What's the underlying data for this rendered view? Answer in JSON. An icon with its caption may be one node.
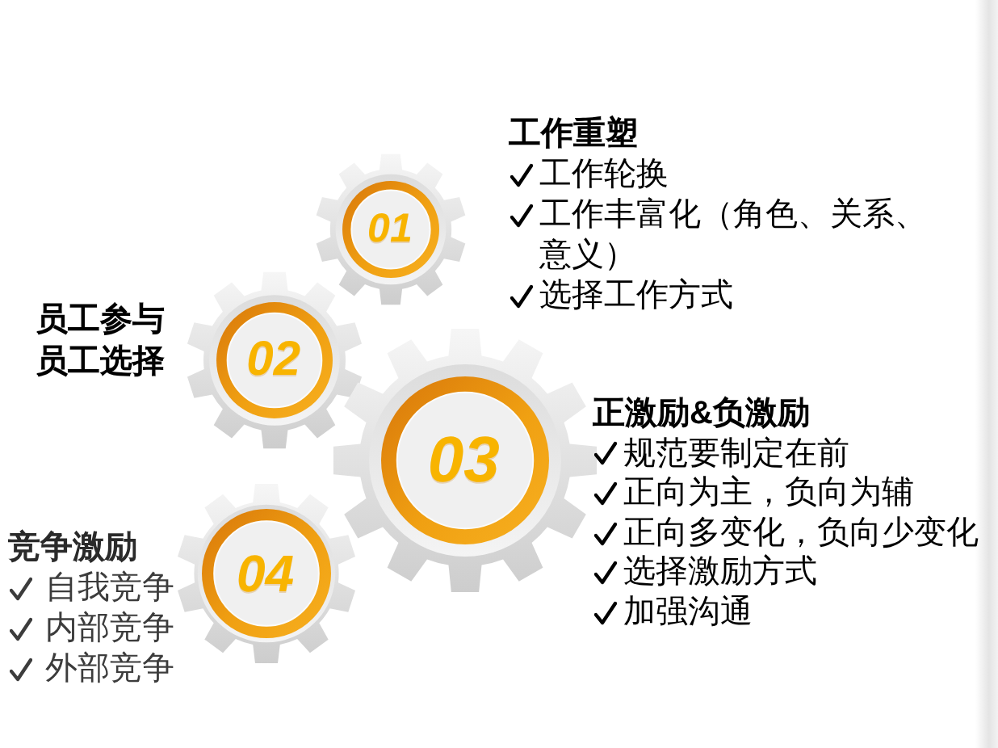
{
  "diagram": {
    "nodes": [
      {
        "text": [
          "01"
        ],
        "beside": [
          "工作重塑",
          "工作轮换",
          "工作丰富化（角色、关系、意义）",
          "选择工作方式"
        ]
      },
      {
        "text": [
          "02"
        ],
        "beside": [
          "员工参与",
          "员工选择"
        ]
      },
      {
        "text": [
          "03"
        ],
        "beside": [
          "正激励&负激励",
          "规范要制定在前",
          "正向为主，负向为辅",
          "正向多变化，负向少变化",
          "选择激励方式",
          "加强沟通"
        ]
      },
      {
        "text": [
          "04"
        ],
        "beside": [
          "竞争激励",
          "自我竞争",
          "内部竞争",
          "外部竞争"
        ]
      }
    ]
  }
}
